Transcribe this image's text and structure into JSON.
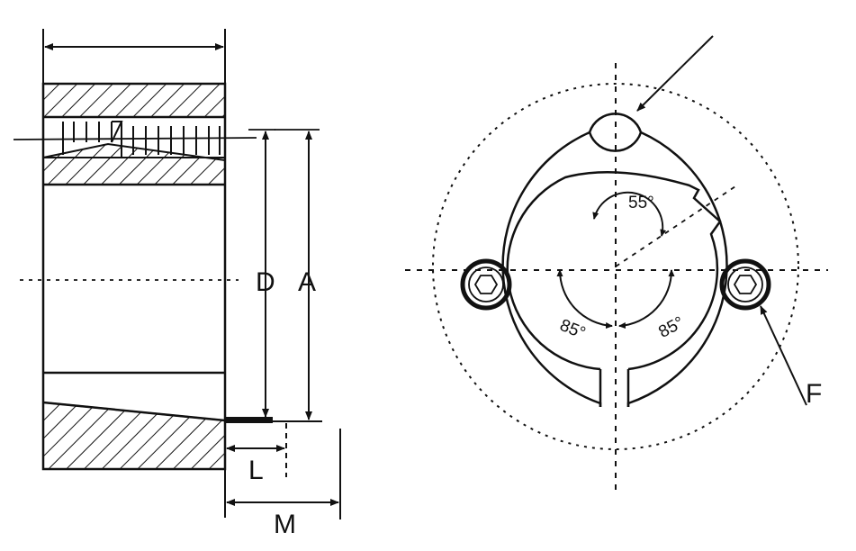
{
  "colors": {
    "ink": "#111111",
    "background": "#ffffff"
  },
  "side_view": {
    "labels": {
      "D": "D",
      "A": "A",
      "L": "L",
      "M": "M"
    }
  },
  "front_view": {
    "angles": {
      "top": "55°",
      "left": "85°",
      "right": "85°"
    },
    "callouts": {
      "F": "F"
    }
  }
}
